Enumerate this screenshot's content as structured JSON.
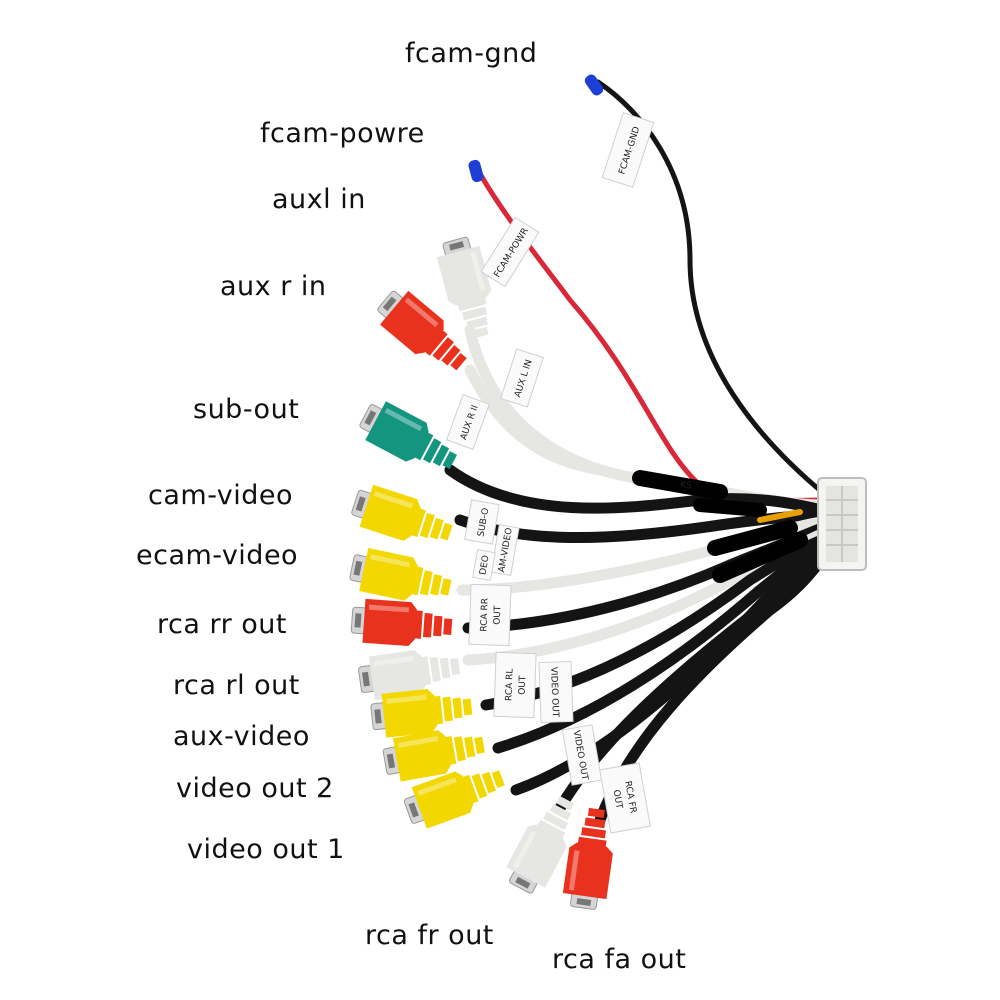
{
  "callouts": {
    "fcam_gnd": "fcam-gnd",
    "fcam_power": "fcam-powre",
    "aux_l_in": "auxl in",
    "aux_r_in": "aux r in",
    "sub_out": "sub-out",
    "cam_video": "cam-video",
    "ecam_video": "ecam-video",
    "rca_rr_out": "rca rr out",
    "rca_rl_out": "rca rl out",
    "aux_video": "aux-video",
    "video_out_2": "video out 2",
    "video_out_1": "video out 1",
    "rca_fr_out": "rca fr out",
    "rca_fa_out": "rca fa out"
  },
  "cable_tags": {
    "fcam_gnd": "FCAM-GND",
    "fcam_power": "FCAM-POWR",
    "aux_l_in": "AUX L IN",
    "aux_r_in": "AUX R II",
    "sub_out": "SUB-O",
    "cam_video": "AM-VIDEO",
    "ecam_video": "DEO",
    "rca_rr_out_1": "RCA RR",
    "rca_rr_out_2": "OUT",
    "rca_rl_out_1": "RCA RL",
    "rca_rl_out_2": "OUT",
    "video_out": "VIDEO OUT",
    "video_out_b": "VIDEO OUT",
    "rca_fr_1": "RCA FR",
    "rca_fr_2": "OUT",
    "harness": "KS"
  },
  "colors": {
    "yellow": "#f2d700",
    "red": "#e8321e",
    "white": "#e6e6e2",
    "green": "#13957f",
    "black": "#141414",
    "blue": "#1e3fd6",
    "red_wire": "#d8283a"
  }
}
